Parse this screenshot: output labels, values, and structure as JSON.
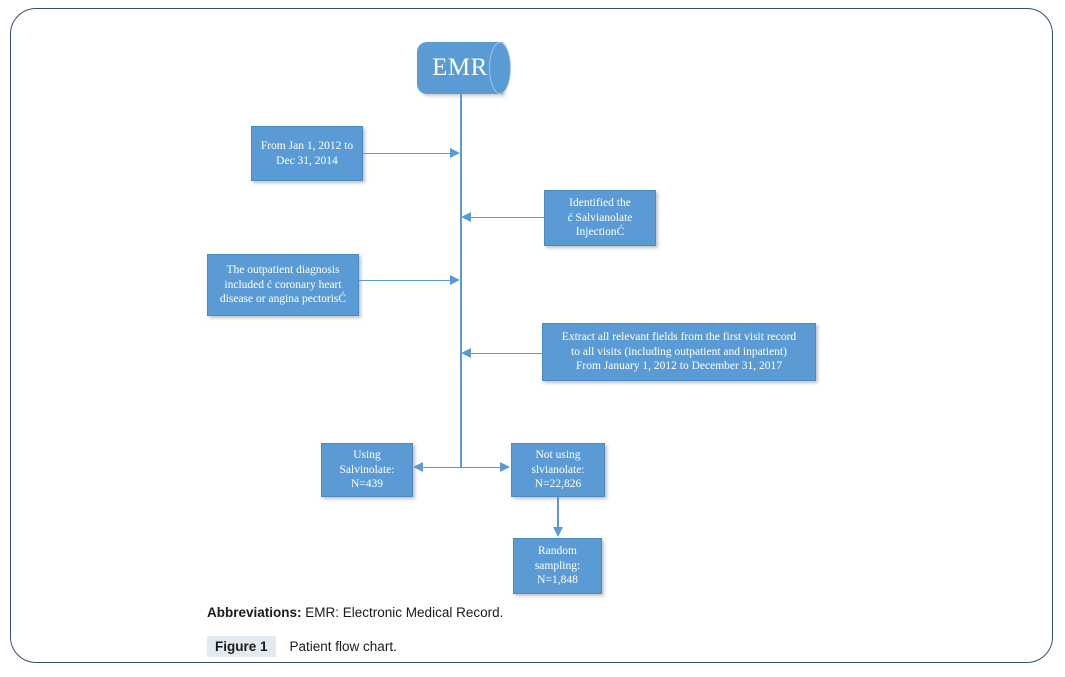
{
  "figure": {
    "abbreviations_label": "Abbreviations:",
    "abbreviations_text": "EMR: Electronic Medical Record.",
    "figure_tag": "Figure 1",
    "caption": "Patient flow chart."
  },
  "colors": {
    "node_fill": "#5b9bd5",
    "node_text": "#ffffff",
    "connector": "#5b9bd5",
    "frame_border": "#35506f",
    "figure_tag_background": "#e2eaf0"
  },
  "diagram": {
    "type": "flowchart",
    "source_node": {
      "id": "emr",
      "label": "EMR",
      "shape": "cylinder"
    },
    "nodes": [
      {
        "id": "daterange",
        "side": "left",
        "shape": "rectangle",
        "lines": [
          "From Jan 1, 2012 to",
          "Dec 31, 2014"
        ],
        "arrow": "right"
      },
      {
        "id": "identified",
        "side": "right",
        "shape": "rectangle",
        "lines": [
          "Identified the",
          "ć  Salvianolate",
          "InjectionĆ"
        ],
        "arrow": "left"
      },
      {
        "id": "outpatient",
        "side": "left",
        "shape": "rectangle",
        "lines": [
          "The outpatient diagnosis",
          "included ć  coronary heart",
          "disease or angina pectorisĆ"
        ],
        "arrow": "right"
      },
      {
        "id": "extract",
        "side": "right",
        "shape": "rectangle",
        "lines": [
          "Extract all relevant fields from the first visit record",
          "to all visits (including outpatient and inpatient)",
          "From January 1, 2012 to December 31, 2017"
        ],
        "arrow": "left"
      },
      {
        "id": "using",
        "side": "left",
        "shape": "rectangle",
        "lines": [
          "Using",
          "Salvinolate:",
          "N=439"
        ],
        "count_label": "N=439",
        "count": 439,
        "arrow": "left"
      },
      {
        "id": "notusing",
        "side": "right",
        "shape": "rectangle",
        "lines": [
          "Not using",
          "slvianolate:",
          "N=22,826"
        ],
        "count_label": "N=22,826",
        "count": 22826,
        "arrow": "right"
      },
      {
        "id": "random",
        "side": "below",
        "shape": "rectangle",
        "lines": [
          "Random",
          "sampling:",
          "N=1,848"
        ],
        "count_label": "N=1,848",
        "count": 1848,
        "arrow": "down"
      }
    ]
  }
}
